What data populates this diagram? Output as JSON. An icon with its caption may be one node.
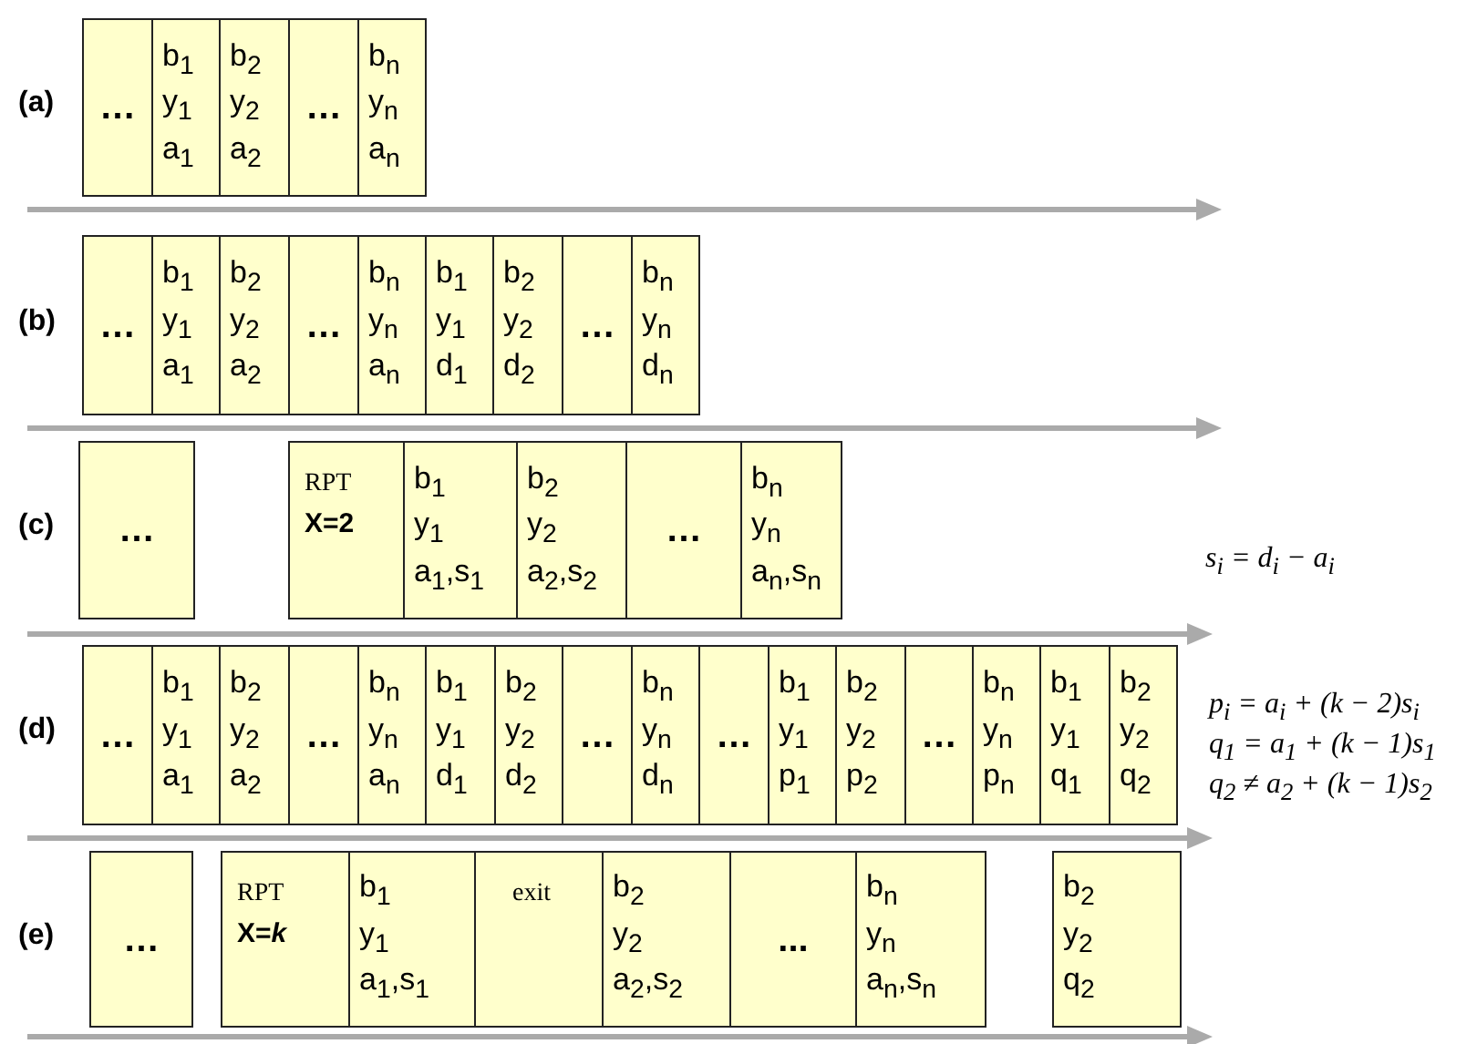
{
  "diagram": {
    "nodes": [
      {
        "text": [
          "…"
        ]
      },
      {
        "text": [
          "b$_{1}$",
          "y$_{1}$",
          "a$_{1}$"
        ]
      },
      {
        "text": [
          "b$_{2}$",
          "y$_{2}$",
          "a$_{2}$"
        ]
      },
      {
        "text": [
          "…"
        ]
      },
      {
        "text": [
          "b$_{n}$",
          "y$_{n}$",
          "a$_{n}$"
        ]
      },
      {
        "text": [
          "…"
        ]
      },
      {
        "text": [
          "b$_{1}$",
          "y$_{1}$",
          "a$_{1}$"
        ]
      },
      {
        "text": [
          "b$_{2}$",
          "y$_{2}$",
          "a$_{2}$"
        ]
      },
      {
        "text": [
          "…"
        ]
      },
      {
        "text": [
          "b$_{n}$",
          "y$_{n}$",
          "a$_{n}$"
        ]
      },
      {
        "text": [
          "b$_{1}$",
          "y$_{1}$",
          "d$_{1}$"
        ]
      },
      {
        "text": [
          "b$_{2}$",
          "y$_{2}$",
          "d$_{2}$"
        ]
      },
      {
        "text": [
          "…"
        ]
      },
      {
        "text": [
          "b$_{n}$",
          "y$_{n}$",
          "d$_{n}$"
        ]
      },
      {
        "text": [
          "…"
        ]
      },
      {
        "text": [
          "RPT",
          "X=2"
        ]
      },
      {
        "text": [
          "b$_{1}$",
          "y$_{1}$",
          "a$_{1}$,s$_{1}$"
        ]
      },
      {
        "text": [
          "b$_{2}$",
          "y$_{2}$",
          "a$_{2}$,s$_{2}$"
        ]
      },
      {
        "text": [
          "…"
        ]
      },
      {
        "text": [
          "b$_{n}$",
          "y$_{n}$",
          "a$_{n}$,s$_{n}$"
        ]
      },
      {
        "text": [
          "…"
        ]
      },
      {
        "text": [
          "b$_{1}$",
          "y$_{1}$",
          "a$_{1}$"
        ]
      },
      {
        "text": [
          "b$_{2}$",
          "y$_{2}$",
          "a$_{2}$"
        ]
      },
      {
        "text": [
          "…"
        ]
      },
      {
        "text": [
          "b$_{n}$",
          "y$_{n}$",
          "a$_{n}$"
        ]
      },
      {
        "text": [
          "b$_{1}$",
          "y$_{1}$",
          "d$_{1}$"
        ]
      },
      {
        "text": [
          "b$_{2}$",
          "y$_{2}$",
          "d$_{2}$"
        ]
      },
      {
        "text": [
          "…"
        ]
      },
      {
        "text": [
          "b$_{n}$",
          "y$_{n}$",
          "d$_{n}$"
        ]
      },
      {
        "text": [
          "…"
        ]
      },
      {
        "text": [
          "b$_{1}$",
          "y$_{1}$",
          "p$_{1}$"
        ]
      },
      {
        "text": [
          "b$_{2}$",
          "y$_{2}$",
          "p$_{2}$"
        ]
      },
      {
        "text": [
          "…"
        ]
      },
      {
        "text": [
          "b$_{n}$",
          "y$_{n}$",
          "p$_{n}$"
        ]
      },
      {
        "text": [
          "b$_{1}$",
          "y$_{1}$",
          "q$_{1}$"
        ]
      },
      {
        "text": [
          "b$_{2}$",
          "y$_{2}$",
          "q$_{2}$"
        ]
      },
      {
        "text": [
          "…"
        ]
      },
      {
        "text": [
          "RPT",
          "X=*k*"
        ]
      },
      {
        "text": [
          "b$_{1}$",
          "y$_{1}$",
          "a$_{1}$,s$_{1}$"
        ]
      },
      {
        "text": [
          "exit"
        ]
      },
      {
        "text": [
          "b$_{2}$",
          "y$_{2}$",
          "a$_{2}$,s$_{2}$"
        ]
      },
      {
        "text": [
          "..."
        ]
      },
      {
        "text": [
          "b$_{n}$",
          "y$_{n}$",
          "a$_{n}$,s$_{n}$"
        ]
      },
      {
        "text": [
          "b$_{2}$",
          "y$_{2}$",
          "q$_{2}$"
        ]
      }
    ],
    "labels": [
      "(a)",
      "(b)",
      "(c)",
      "s$_{i}$ = d$_{i}$ − a$_{i}$",
      "(d)",
      "p$_{i}$ = a$_{i}$ + (k − 2)s$_{i}$",
      "q$_{1}$ = a$_{1}$ + (k − 1)s$_{1}$",
      "q$_{2}$ ≠ a$_{2}$ + (k − 1)s$_{2}$",
      "(e)"
    ]
  }
}
